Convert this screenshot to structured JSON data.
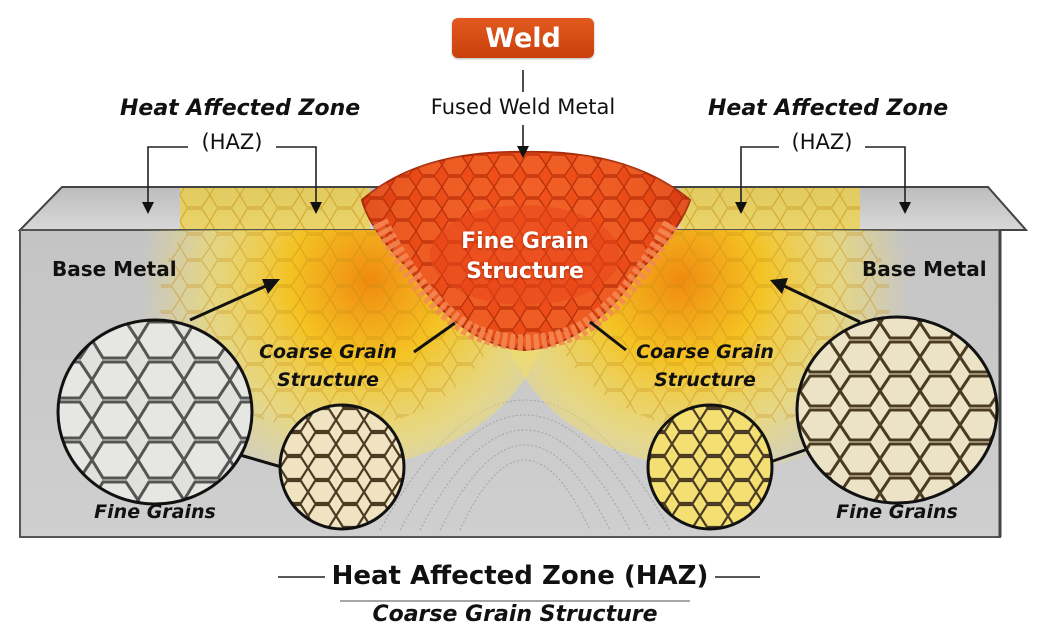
{
  "diagram": {
    "type": "weld cross-section schematic",
    "weld_badge": "Weld",
    "fused_label": "Fused Weld Metal",
    "haz_left": {
      "title": "Heat Affected Zone",
      "abbr": "(HAZ)"
    },
    "haz_right": {
      "title": "Heat Affected Zone",
      "abbr": "(HAZ)"
    },
    "weld_center_label": {
      "line1": "Fine Grain",
      "line2": "Structure"
    },
    "left": {
      "base_metal": "Base Metal",
      "coarse": {
        "line1": "Coarse Grain",
        "line2": "Structure"
      },
      "fine_grains": "Fine Grains"
    },
    "right": {
      "base_metal": "Base Metal",
      "coarse": {
        "line1": "Coarse Grain",
        "line2": "Structure"
      },
      "fine_grains": "Fine Grains"
    },
    "footer": {
      "title": "Heat Affected Zone (HAZ)",
      "subtitle": "Coarse Grain Structure"
    },
    "colors": {
      "weld_orange": "#e8461a",
      "weld_badge": "#d24a14",
      "haz_yellow": "#f5c718",
      "base_gray": "#c9c9c9",
      "outline": "#3a3a3a"
    }
  }
}
